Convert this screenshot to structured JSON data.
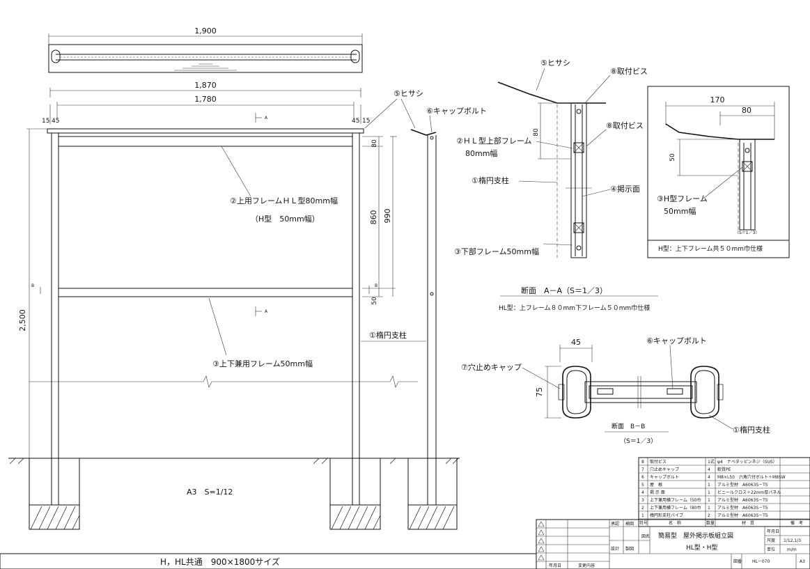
{
  "dims": {
    "top_width": "1,900",
    "d1870": "1,870",
    "d1780": "1,780",
    "d15_left": "15",
    "d45_left": "45",
    "d45_right": "45",
    "d15_right": "15",
    "d80": "80",
    "d860": "860",
    "d990": "990",
    "d50": "50",
    "d2500": "2,500",
    "sec_80": "80",
    "det_170": "170",
    "det_80": "80",
    "det_50": "50",
    "bb_45": "45",
    "bb_75": "75"
  },
  "section_marks": {
    "a": "A",
    "b": "B"
  },
  "labels": {
    "hisashi_front": "⑤ヒサシ",
    "cap_bolt_front": "⑥キャップボルト",
    "upper_frame": "②上用フレームＨＬ型80mm幅",
    "h_type_note": "（H型　50mm幅）",
    "lower_frame": "③上下兼用フレーム50mm幅",
    "post_front": "①楕円支柱",
    "hisashi_sec": "⑤ヒサシ",
    "bis_top": "⑧取付ビス",
    "bis_mid": "⑧取付ビス",
    "hl_upper_frame_1": "②ＨＬ型上部フレーム",
    "hl_upper_frame_2": "80mm幅",
    "post_sec": "①楕円支柱",
    "board": "④掲示面",
    "lower_frame_sec": "③下部フレーム50mm幅",
    "sec_aa_title": "断面　A－A（S＝1／3）",
    "sec_aa_note": "HL型：上フレーム８０mm下フレーム５０mm巾仕様",
    "h_frame_1": "③H型フレーム",
    "h_frame_2": "50mm幅",
    "detail_scale": "（S＝1／3）",
    "detail_note": "H型：上下フレーム共５０mm巾仕様",
    "cap_bolt_bb": "⑥キャップボルト",
    "hole_cap": "⑦穴止めキャップ",
    "post_bb": "①楕円支柱",
    "sec_bb_title": "断面　B－B",
    "sec_bb_scale": "（S＝1／3）",
    "paper_scale": "A3　S=1/12",
    "bottom_title": "H，HL共通　900×1800サイズ"
  },
  "parts_table": {
    "rows": [
      [
        "8",
        "取付ビス",
        "1式",
        "φ4　ナベタッピンネジ（SUS）"
      ],
      [
        "7",
        "穴止めキャップ",
        "4",
        "軟質PE"
      ],
      [
        "6",
        "キャップボルト",
        "4",
        "M8×L50　六角穴付ボルト＋M8SW"
      ],
      [
        "5",
        "屋　根",
        "1",
        "アルミ型材　A6063S－T5"
      ],
      [
        "4",
        "掲 示 面",
        "1",
        "ビニールクロス＋22mm厚パネル"
      ],
      [
        "3",
        "上下兼用横フレーム（50巾",
        "1",
        "アルミ型材　A6063S－T5"
      ],
      [
        "2",
        "上下兼用横フレーム（80巾",
        "1",
        "アルミ型材　A6063S－T5"
      ],
      [
        "1",
        "楕円形支柱パイプ",
        "2",
        "アルミ型材　A6063S－T5"
      ]
    ],
    "header": [
      "符号",
      "名　称",
      "数量",
      "材　質",
      "備　考"
    ]
  },
  "title_block": {
    "approved": "承認",
    "checked": "検図",
    "drawn": "設計",
    "traced": "製図",
    "fig_label": "図名",
    "drawing_title": "簡易型　屋外掲示板組立図",
    "drawing_subtitle": "HL型・H型",
    "date_label": "年月日",
    "scale_label": "尺度",
    "scale_value": "1/12,1/3",
    "unit_label": "単位",
    "unit_value": "m/m",
    "number_label": "図番",
    "number_value": "HL－070",
    "size_value": "A3",
    "rev_date": "年月日",
    "rev_content": "変更内容"
  }
}
